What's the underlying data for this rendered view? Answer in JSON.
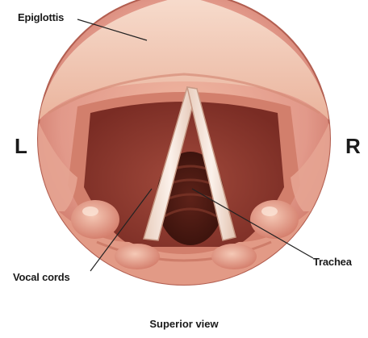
{
  "labels": {
    "epiglottis": "Epiglottis",
    "vocal_cords": "Vocal cords",
    "trachea": "Trachea",
    "left": "L",
    "right": "R"
  },
  "caption": "Superior view",
  "colors": {
    "tissue_light": "#f2c7b0",
    "tissue_mid": "#e39c86",
    "tissue_dark": "#b4584a",
    "cavity": "#8a3a30",
    "trachea_deep": "#4a1a12",
    "cord": "#f4e6dc",
    "leader_line": "#222222"
  }
}
